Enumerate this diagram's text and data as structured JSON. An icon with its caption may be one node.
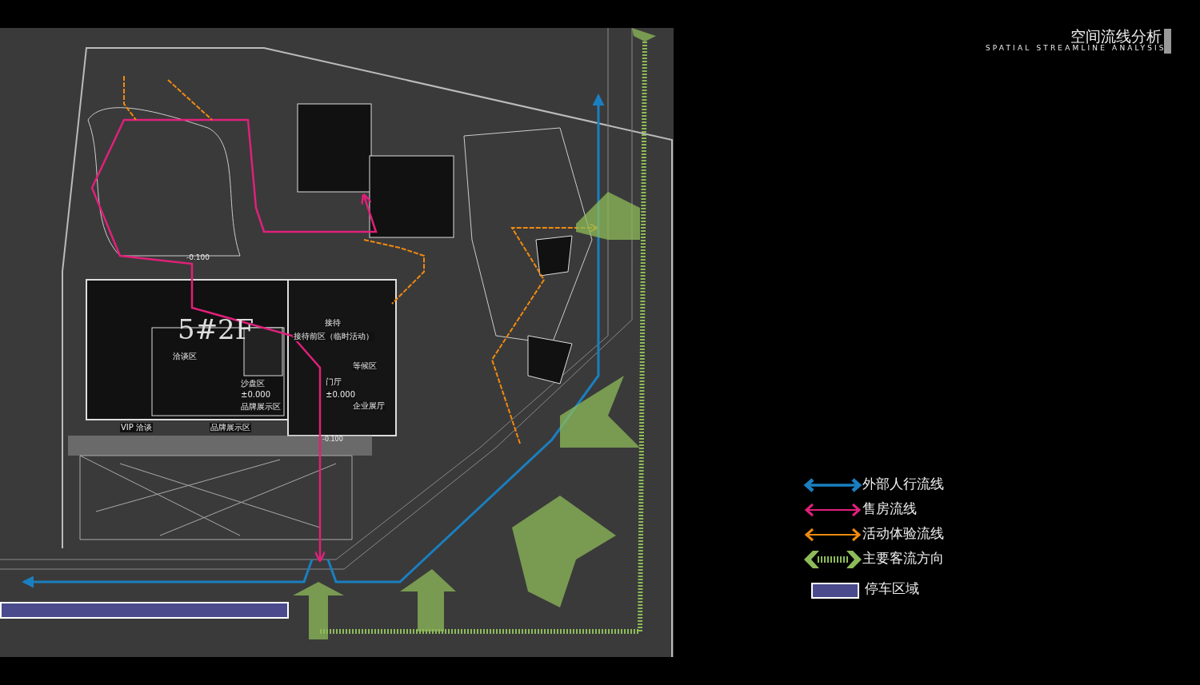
{
  "diagram": {
    "title": "空间流线分析",
    "labels": [
      "SPATIAL STREAMLINE ANALYSIS",
      "-0.100",
      "5#2F",
      "接待",
      "洽谈区",
      "接待前区（临时活动）",
      "等候区",
      "沙盘区",
      "±0.000",
      "门厅",
      "±0.000",
      "企业展厅",
      "品牌展示区",
      "VIP 洽谈",
      "品牌展示区",
      "-0.100"
    ],
    "legend": [
      {
        "text": "外部人行流线"
      },
      {
        "text": "售房流线"
      },
      {
        "text": "活动体验流线"
      },
      {
        "text": "主要客流方向"
      },
      {
        "text": "停车区域",
        "color": "#4a4a8c"
      }
    ]
  }
}
